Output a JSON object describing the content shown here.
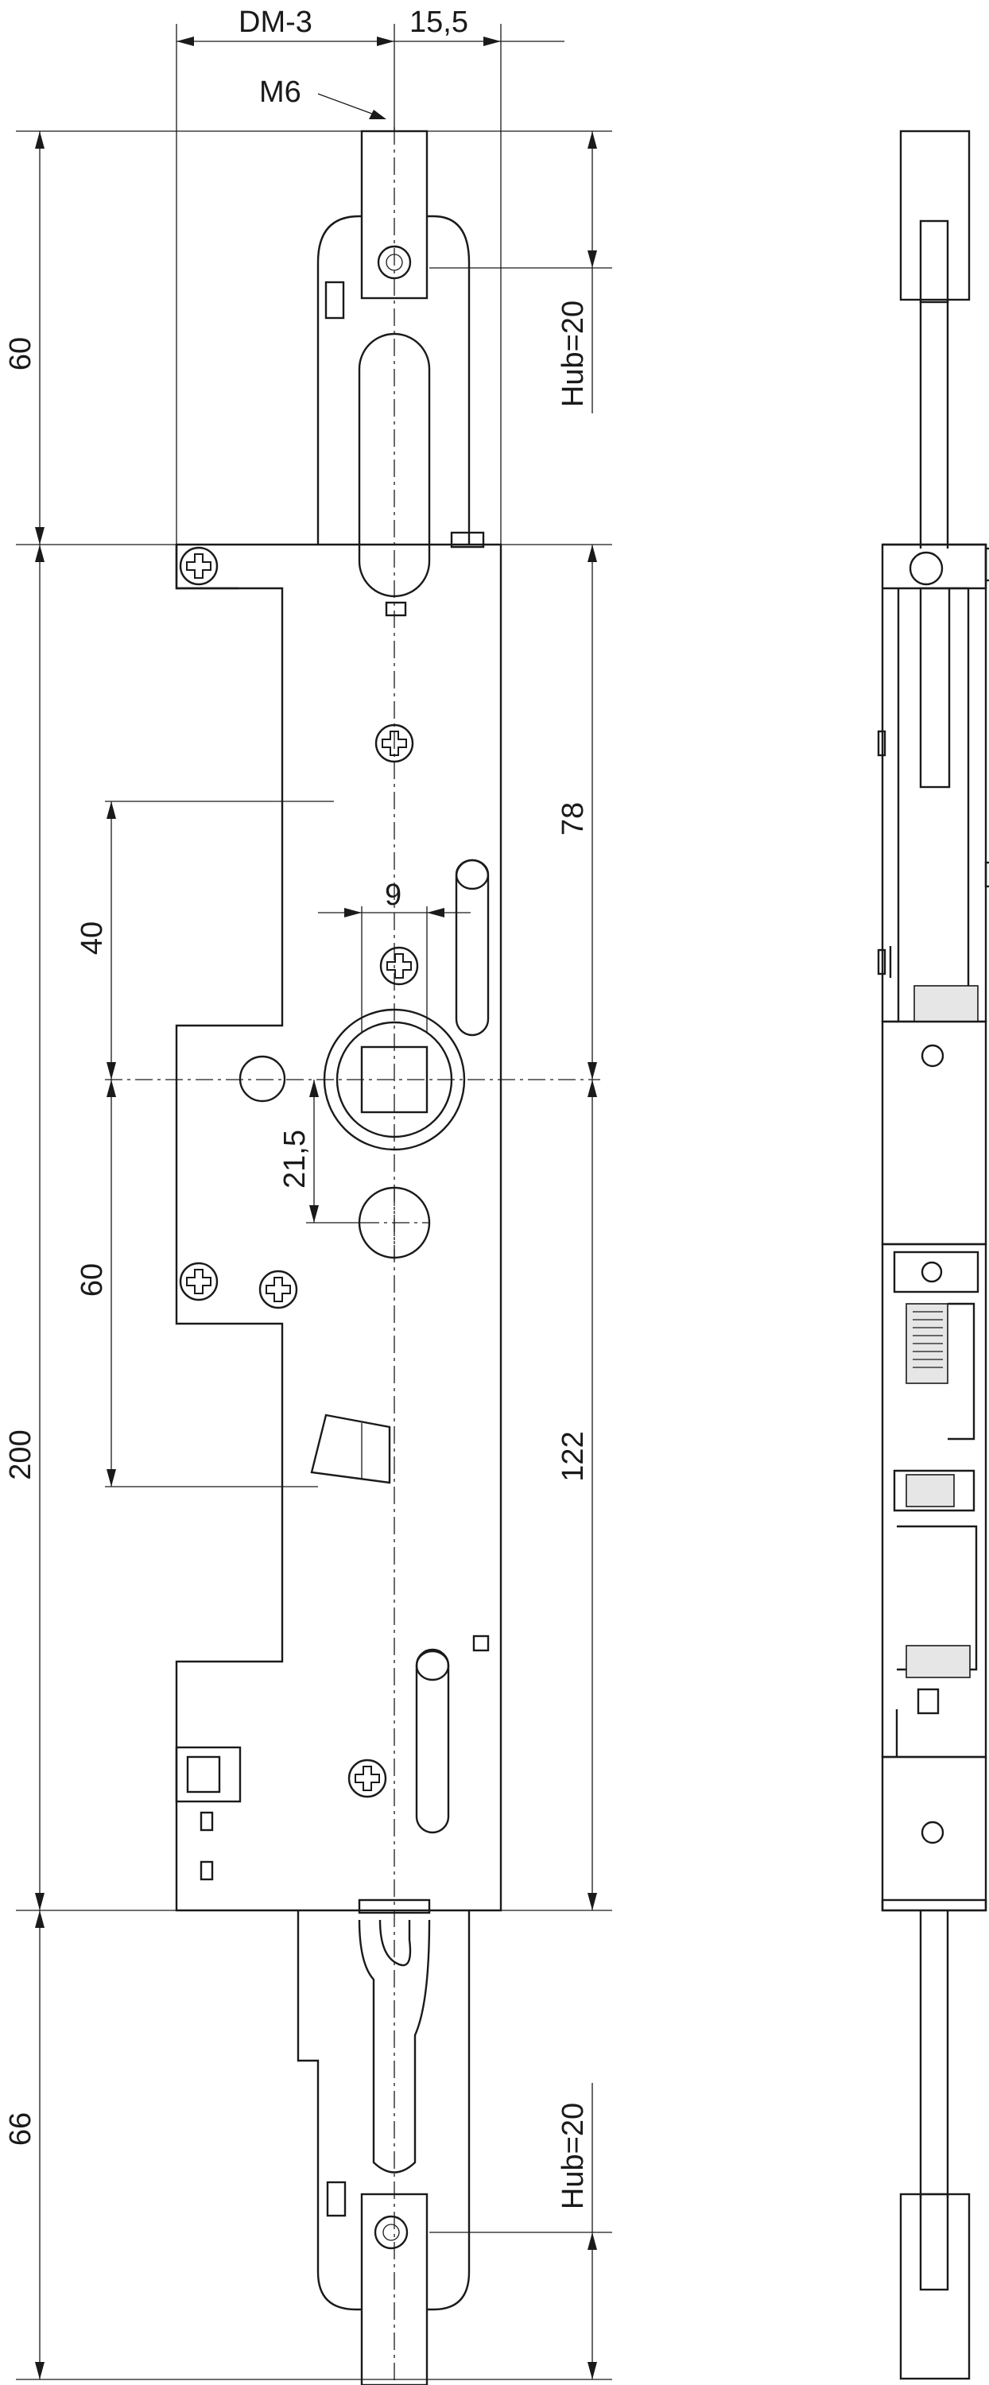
{
  "dimensions": {
    "backset": "DM-3",
    "offset": "15,5",
    "thread": "M6",
    "top_length": "60",
    "top_stroke": "Hub=20",
    "upper_section": "78",
    "follower_to_top_screw": "40",
    "spindle_width": "9",
    "spindle_to_cylinder": "21,5",
    "follower_to_bolt": "60",
    "total_height": "200",
    "lower_section": "122",
    "bottom_length": "66",
    "bottom_stroke": "Hub=20"
  }
}
